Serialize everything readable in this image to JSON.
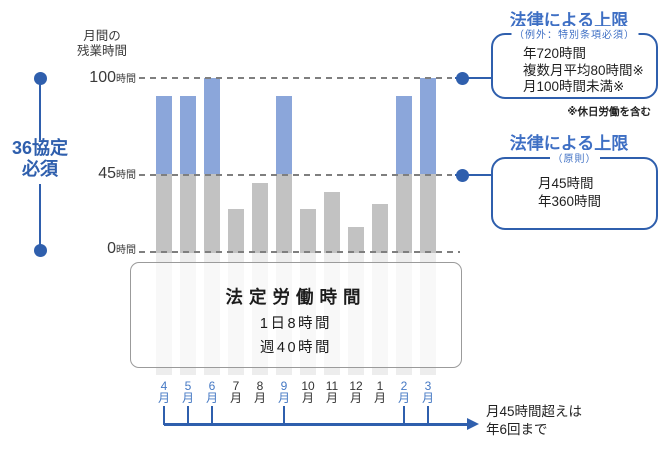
{
  "colors": {
    "accent_blue": "#2f5fad",
    "title_blue": "#3e6fc4",
    "bar_over_45": "#8ba6da",
    "bar_under_45": "#c2c2c2",
    "bar_faint": "#ededed",
    "dash_gray": "#7f7f7f",
    "month_highlight": "#4679c4",
    "text_dark": "#2b2b2b"
  },
  "axis": {
    "y_title_line1": "月間の",
    "y_title_line2": "残業時間",
    "ticks": [
      {
        "num": "100",
        "unit": "時間"
      },
      {
        "num": "45",
        "unit": "時間"
      },
      {
        "num": "0",
        "unit": "時間"
      }
    ]
  },
  "chart_data": {
    "type": "bar",
    "title": "月間の残業時間",
    "categories": [
      "4月",
      "5月",
      "6月",
      "7月",
      "8月",
      "9月",
      "10月",
      "11月",
      "12月",
      "1月",
      "2月",
      "3月"
    ],
    "values": [
      90,
      90,
      100,
      25,
      40,
      90,
      25,
      35,
      15,
      28,
      90,
      100
    ],
    "unit": "時間",
    "ylabel": "月間の残業時間",
    "ylim": [
      0,
      100
    ],
    "y_ticks": [
      0,
      45,
      100
    ],
    "threshold": 45,
    "over_threshold_months": [
      "4月",
      "5月",
      "6月",
      "9月",
      "2月",
      "3月"
    ],
    "legend": "45時間以下はグレー、45時間超過分は青"
  },
  "left_bracket": {
    "label_line1": "36協定",
    "label_line2": "必須"
  },
  "callout_exception": {
    "title": "法律による上限",
    "subtitle": "（例外：特別条項必須）",
    "lines": [
      "年720時間",
      "複数月平均80時間※",
      "月100時間未満※"
    ],
    "footnote": "※休日労働を含む"
  },
  "callout_principle": {
    "title": "法律による上限",
    "subtitle": "（原則）",
    "lines": [
      "月45時間",
      "年360時間"
    ]
  },
  "statutory_box": {
    "title": "法定労働時間",
    "line1": "1日8時間",
    "line2": "週40時間"
  },
  "timeline_note": {
    "line1": "月45時間超えは",
    "line2": "年6回まで"
  }
}
